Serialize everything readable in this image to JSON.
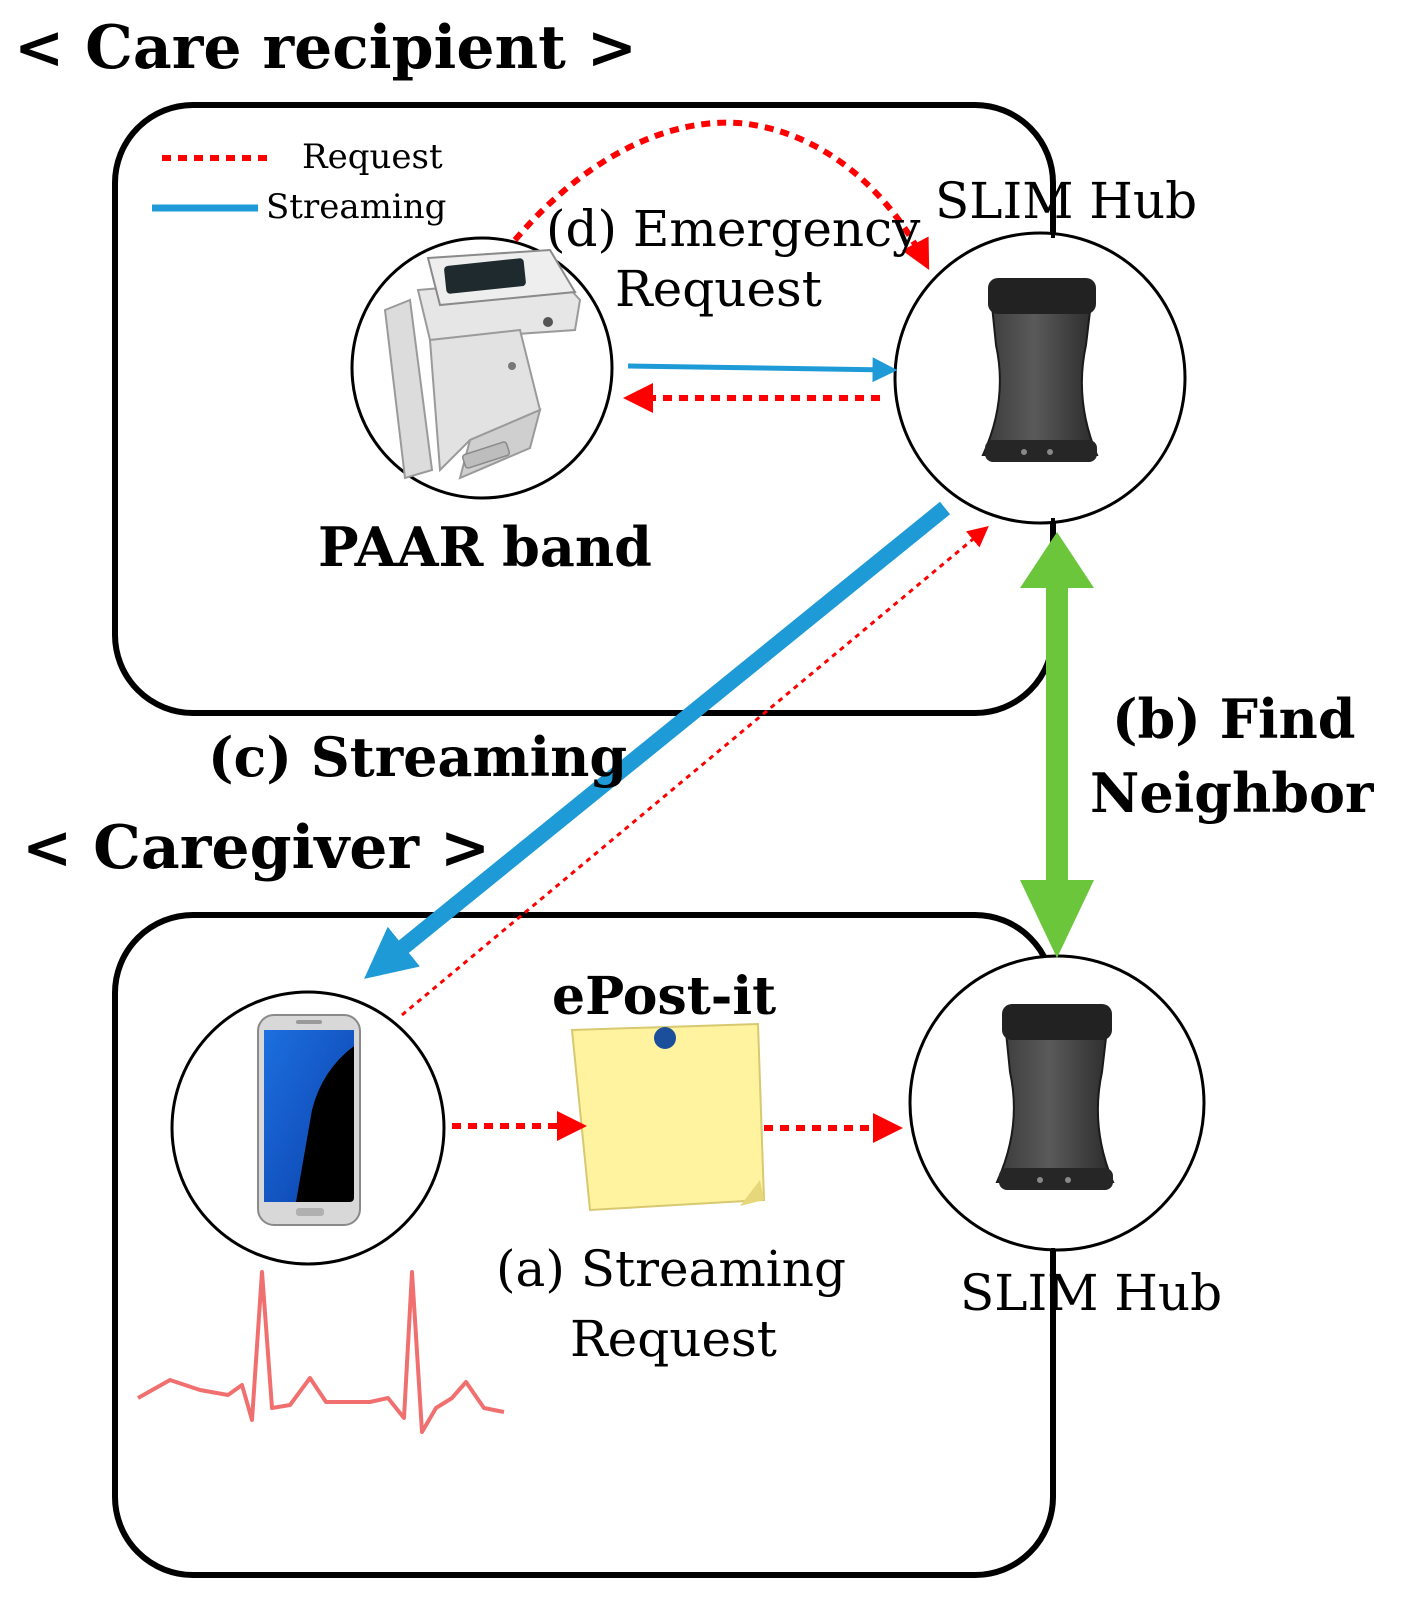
{
  "sections": {
    "care_recipient_title": "< Care recipient >",
    "caregiver_title": "< Caregiver >"
  },
  "legend": {
    "request_label": "Request",
    "streaming_label": "Streaming"
  },
  "devices": {
    "recipient_hub_label": "SLIM Hub",
    "caregiver_hub_label": "SLIM Hub",
    "band_label": "PAAR band",
    "epostit_label": "ePost-it"
  },
  "steps": {
    "a_line1": "(a) Streaming",
    "a_line2": "Request",
    "b_line1": "(b) Find",
    "b_line2": "Neighbor",
    "c_label": "(c) Streaming",
    "d_line1": "(d) Emergency",
    "d_line2": "Request"
  },
  "colors": {
    "request": "#ff0000",
    "streaming": "#1e9bd7",
    "neighbor": "#6cc63c",
    "ecg": "#f07070",
    "note": "#fff3a0"
  }
}
